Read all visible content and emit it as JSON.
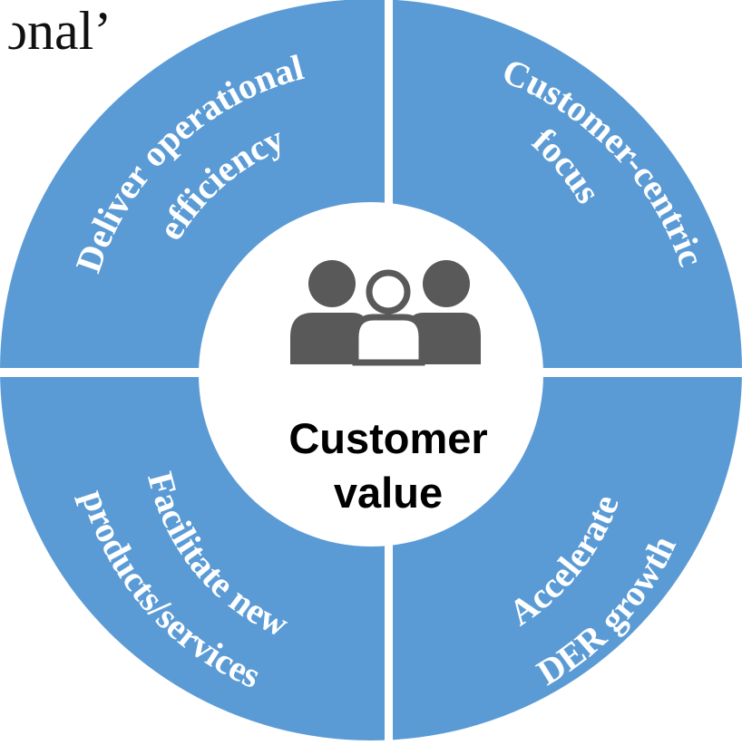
{
  "top_fragment": "onal’",
  "center": {
    "icon": "people-group-icon",
    "line1": "Customer",
    "line2": "value"
  },
  "segments": [
    {
      "id": "top-left",
      "line1": "Deliver operational",
      "line2": "efficiency"
    },
    {
      "id": "top-right",
      "line1": "Customer-centric",
      "line2": "focus"
    },
    {
      "id": "bottom-left",
      "line1": "Facilitate new",
      "line2": "products/services"
    },
    {
      "id": "bottom-right",
      "line1": "Accelerate",
      "line2": "DER growth"
    }
  ],
  "colors": {
    "segment_fill": "#5b9bd5",
    "segment_text": "#ffffff",
    "icon_fill": "#595959",
    "center_text": "#000000",
    "background": "#ffffff"
  }
}
